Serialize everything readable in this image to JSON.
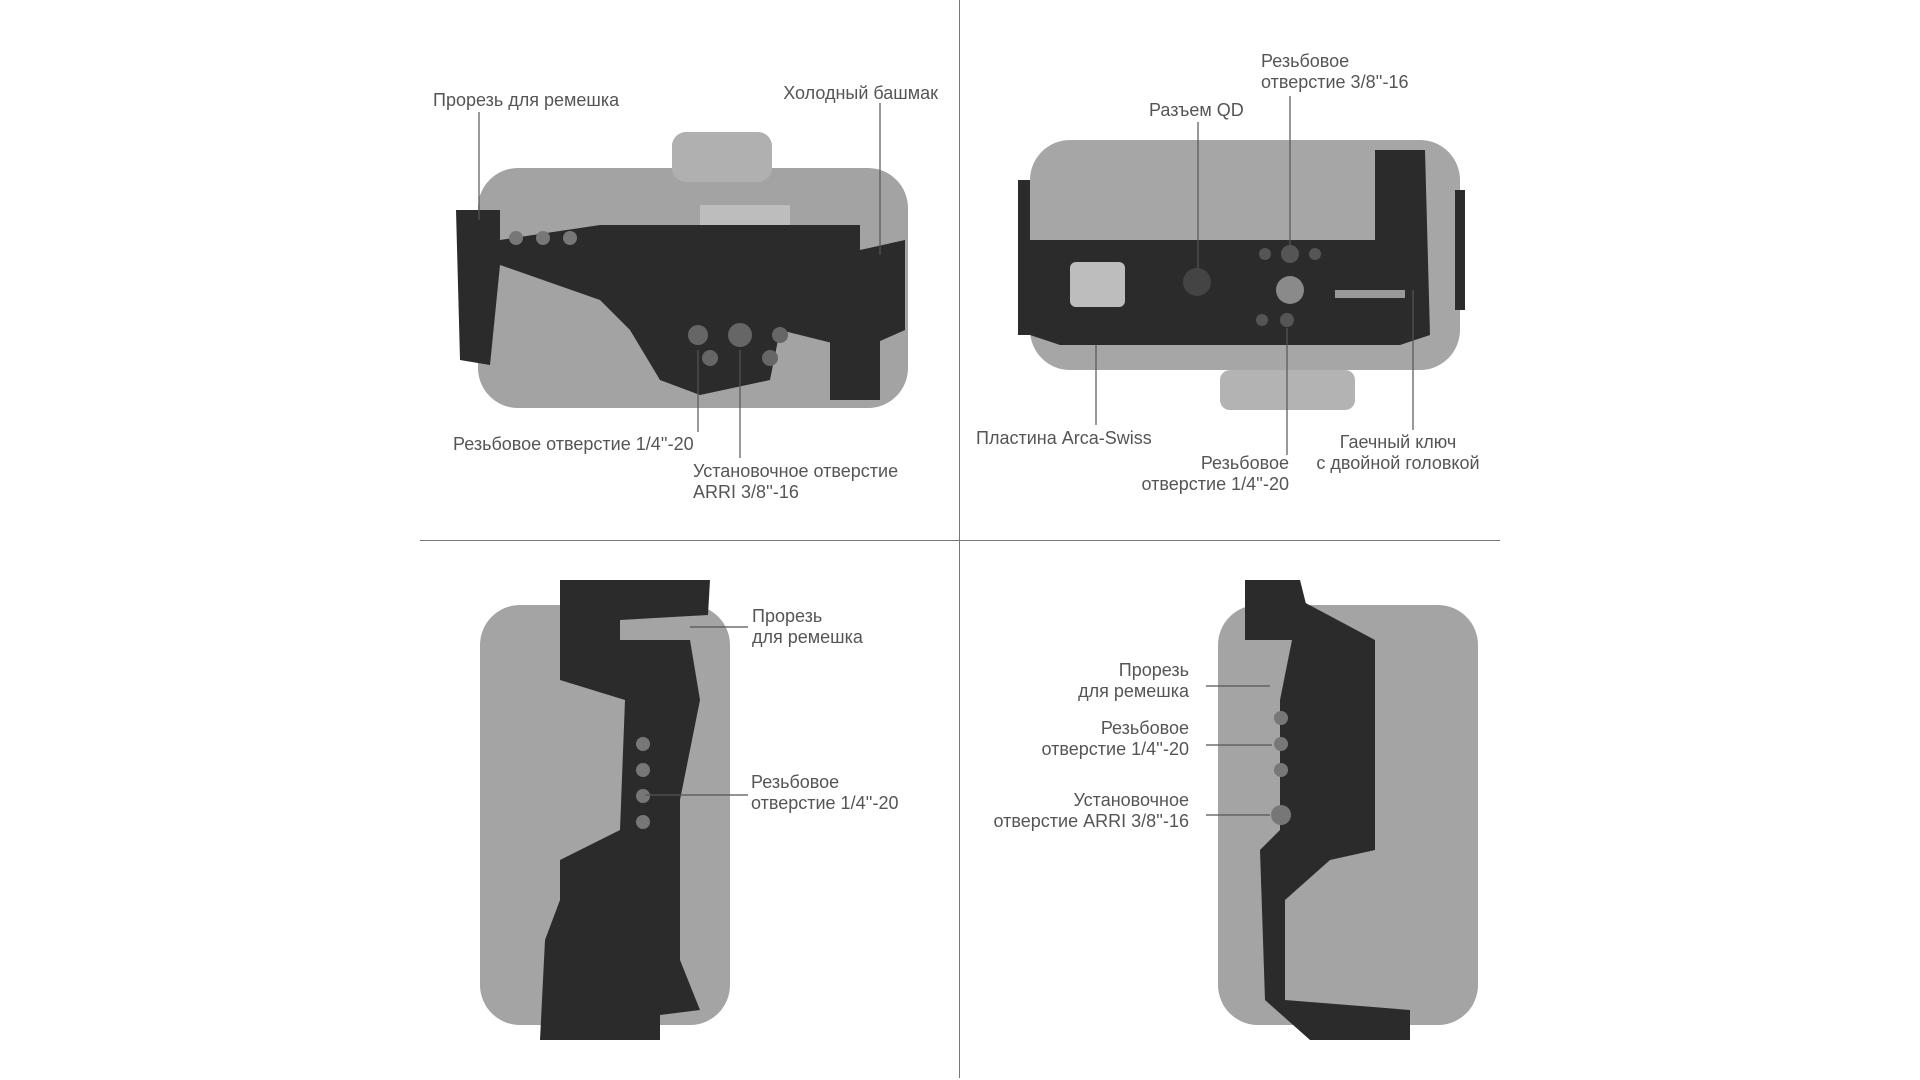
{
  "panels": {
    "top_left": {
      "strap_slot": "Прорезь для ремешка",
      "cold_shoe": "Холодный башмак",
      "thread_14": "Резьбовое отверстие 1/4''-20",
      "arri_line1": "Установочное отверстие",
      "arri_line2": "ARRI 3/8''-16"
    },
    "top_right": {
      "thread_38_line1": "Резьбовое",
      "thread_38_line2": "отверстие 3/8''-16",
      "qd": "Разъем QD",
      "arca": "Пластина Arca-Swiss",
      "thread_14_line1": "Резьбовое",
      "thread_14_line2": "отверстие 1/4''-20",
      "wrench_line1": "Гаечный ключ",
      "wrench_line2": "с двойной головкой"
    },
    "bottom_left": {
      "strap_line1": "Прорезь",
      "strap_line2": "для ремешка",
      "thread_line1": "Резьбовое",
      "thread_line2": "отверстие 1/4''-20"
    },
    "bottom_right": {
      "strap_line1": "Прорезь",
      "strap_line2": "для ремешка",
      "thread_line1": "Резьбовое",
      "thread_line2": "отверстие 1/4''-20",
      "arri_line1": "Установочное",
      "arri_line2": "отверстие ARRI 3/8''-16"
    }
  },
  "colors": {
    "label": "#555555",
    "cage": "#2b2b2b",
    "camera": "#9c9c9c"
  }
}
